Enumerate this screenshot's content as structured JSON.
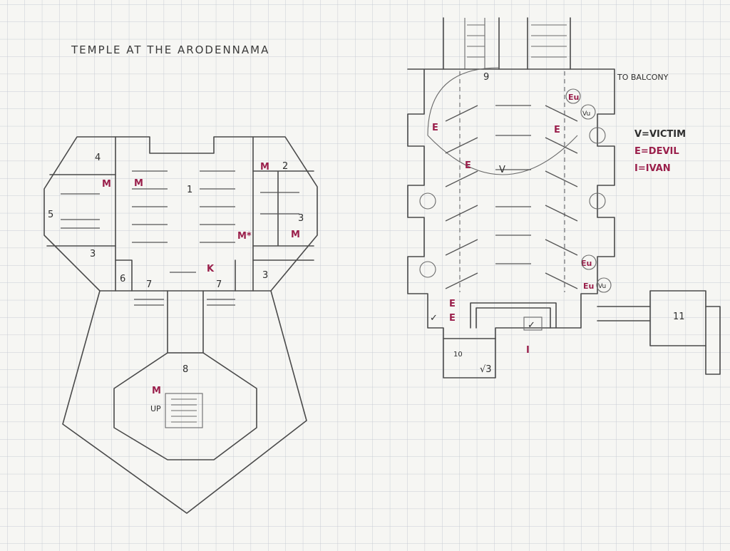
{
  "title": "TEMPLE AT THE ARODENNAMA",
  "legend": {
    "victim": "V=VICTIM",
    "devil": "E=DEVIL",
    "ivan": "I=IVAN"
  },
  "to_balcony": "TO BALCONY",
  "colors": {
    "paper": "#f6f6f3",
    "grid": "#c8ccd4",
    "pencil": "#4a4a4a",
    "marker": "#9a1f4b"
  },
  "left_map": {
    "rooms": [
      "1",
      "2",
      "3",
      "3",
      "3",
      "4",
      "5",
      "6",
      "7",
      "7",
      "8"
    ],
    "markers": [
      "M",
      "M",
      "M",
      "M*",
      "M",
      "K",
      "M"
    ],
    "up": "UP"
  },
  "right_map": {
    "rooms": [
      "9",
      "10",
      "11"
    ],
    "devils": [
      "E",
      "E",
      "E",
      "Eu",
      "Eu",
      "Eu",
      "E",
      "E"
    ],
    "victims": [
      "V",
      "✓",
      "✓",
      "√3",
      "Vu",
      "Vu"
    ],
    "ivan": "I"
  }
}
